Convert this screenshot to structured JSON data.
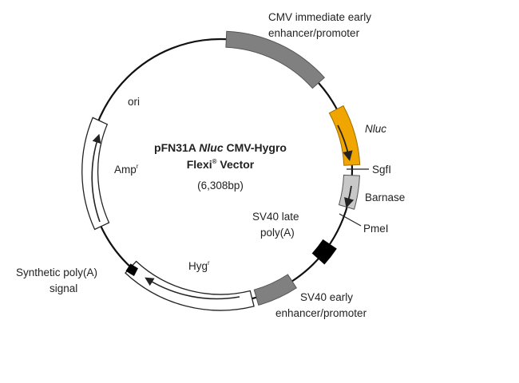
{
  "title": {
    "prefix": "pFN31A ",
    "italic": "Nluc",
    "suffix": " CMV-Hygro",
    "line2_main": "Flexi",
    "line2_sup": "®",
    "line2_rest": " Vector",
    "size": "(6,308bp)"
  },
  "features": {
    "cmv": {
      "label_line1": "CMV immediate early",
      "label_line2": "enhancer/promoter",
      "color": "#7f7f7f"
    },
    "nluc": {
      "label": "Nluc",
      "color": "#f0a500"
    },
    "sgfi": {
      "label": "SgfI"
    },
    "barnase": {
      "label": "Barnase",
      "color": "#c8c8c8"
    },
    "pmei": {
      "label": "PmeI"
    },
    "sv40_late": {
      "label_line1": "SV40 late",
      "label_line2": "poly(A)",
      "color": "#000000"
    },
    "sv40_early": {
      "label_line1": "SV40 early",
      "label_line2": "enhancer/promoter",
      "color": "#7f7f7f"
    },
    "hyg": {
      "label_main": "Hyg",
      "label_sup": "r"
    },
    "synthetic_polya": {
      "label_line1": "Synthetic poly(A)",
      "label_line2": "signal"
    },
    "amp": {
      "label_main": "Amp",
      "label_sup": "r"
    },
    "ori": {
      "label": "ori"
    }
  }
}
